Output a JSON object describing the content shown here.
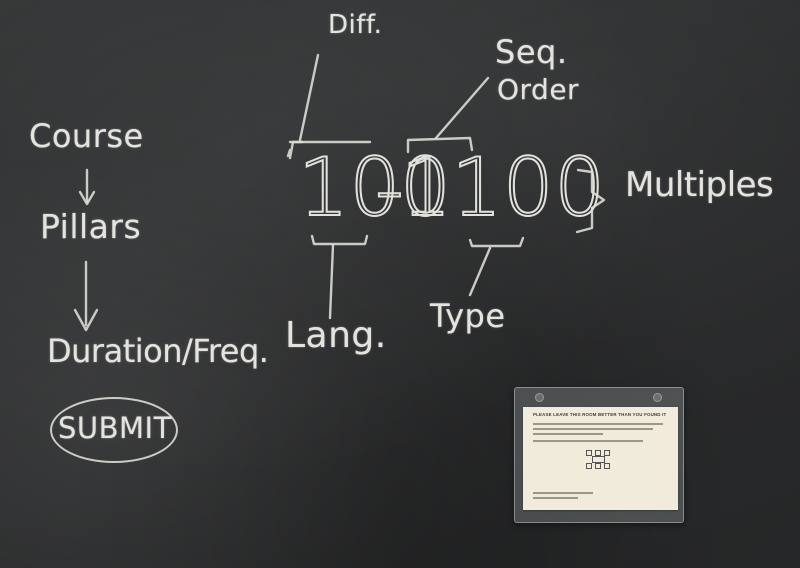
{
  "scene": {
    "type": "chalkboard photo",
    "colors": {
      "board": "#2a2b2c",
      "chalk": "#e4e4df",
      "paper": "#f1ebdc"
    }
  },
  "flow": {
    "course": "Course",
    "pillars": "Pillars",
    "duration": "Duration/Freq.",
    "submit": "SUBMIT"
  },
  "code": {
    "part1": "101",
    "dash": "-",
    "part2": "0100"
  },
  "labels": {
    "diff": "Diff.",
    "seq_line1": "Seq.",
    "seq_line2": "Order",
    "multiples": "Multiples",
    "lang": "Lang.",
    "type": "Type"
  },
  "notice": {
    "title": "PLEASE LEAVE THIS ROOM BETTER THAN YOU FOUND IT"
  }
}
